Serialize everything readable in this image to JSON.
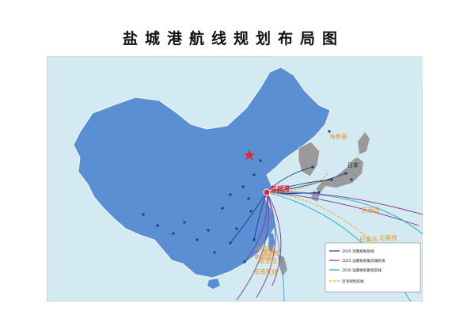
{
  "title": "盐城港航线规划布局图",
  "colors": {
    "sea": "#d3eaf2",
    "china": "#5b8fd3",
    "neighbor": "#9a9a9a",
    "route_blue": "#1e3a8a",
    "route_purple": "#8a2f8f",
    "route_cyan": "#22a9c9",
    "route_orange": "#f0a31c",
    "label_orange": "#e8941a",
    "hub": "#e0262f"
  },
  "hub_label": "盐城港",
  "destinations": [
    {
      "id": "vladivostok",
      "label": "海参崴"
    },
    {
      "id": "japan",
      "label": "日本"
    },
    {
      "id": "americas",
      "label": "美西线"
    },
    {
      "id": "panama",
      "label": "巴拿马"
    },
    {
      "id": "na",
      "label": "北美线"
    },
    {
      "id": "mideast",
      "label": "中东线"
    },
    {
      "id": "south_asia",
      "label": "南亚线"
    },
    {
      "id": "australia",
      "label": "澳洲线"
    },
    {
      "id": "se_asia",
      "label": "东南亚线"
    },
    {
      "id": "africa",
      "label": "非洲线"
    }
  ],
  "legend": [
    {
      "label": "2025 近期规划航线",
      "color": "#1e3a8a",
      "style": "solid"
    },
    {
      "label": "2025 远期规划集装箱航线",
      "color": "#8a2f8f",
      "style": "solid"
    },
    {
      "label": "2035 远期规划散货航线",
      "color": "#22a9c9",
      "style": "solid"
    },
    {
      "label": "近洋规划航线",
      "color": "#f0a31c",
      "style": "dashed"
    }
  ]
}
